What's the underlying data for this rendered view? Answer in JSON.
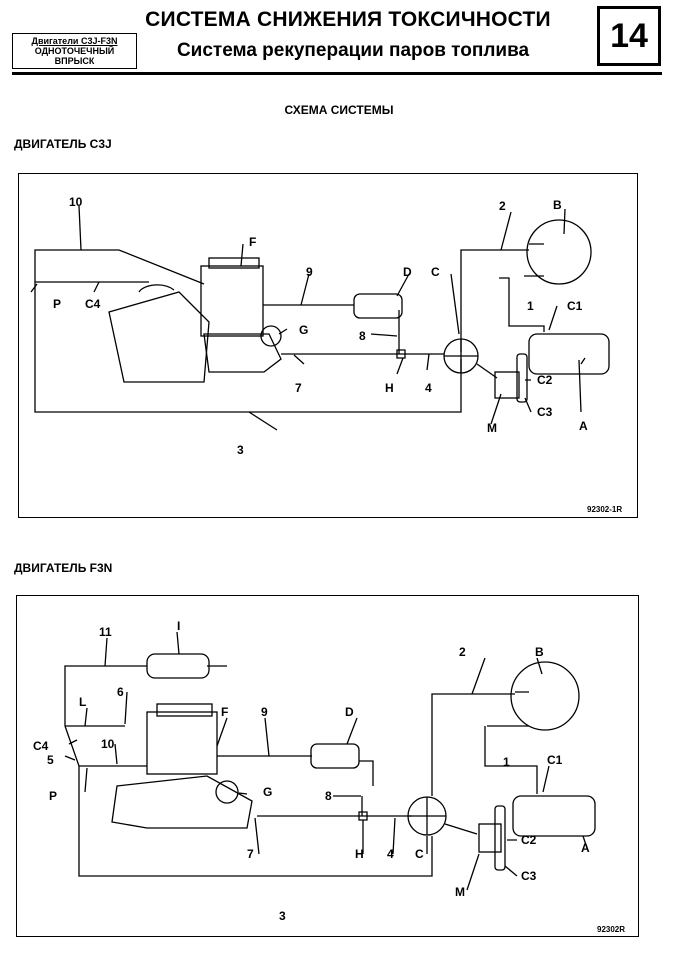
{
  "header": {
    "engine_line1": "Двигатели C3J-F3N",
    "engine_line2": "ОДНОТОЧЕЧНЫЙ",
    "engine_line3": "ВПРЫСК",
    "title": "СИСТЕМА СНИЖЕНИЯ ТОКСИЧНОСТИ",
    "subtitle": "Система рекуперации паров топлива",
    "chapter": "14"
  },
  "page": {
    "scheme_title": "СХЕМА СИСТЕМЫ",
    "section1_title": "ДВИГАТЕЛЬ C3J",
    "section2_title": "ДВИГАТЕЛЬ F3N"
  },
  "fig1": {
    "ref": "92302-1R",
    "labels": {
      "l10": "10",
      "F": "F",
      "n9": "9",
      "D": "D",
      "C": "C",
      "n2": "2",
      "B": "B",
      "P": "P",
      "C4": "C4",
      "G": "G",
      "n8": "8",
      "n1": "1",
      "C1": "C1",
      "n7": "7",
      "H": "H",
      "n4": "4",
      "C2": "C2",
      "M": "M",
      "C3": "C3",
      "A": "A",
      "n3": "3"
    }
  },
  "fig2": {
    "ref": "92302R",
    "labels": {
      "n11": "11",
      "I": "I",
      "n2": "2",
      "B": "B",
      "L": "L",
      "n6": "6",
      "F": "F",
      "n9": "9",
      "D": "D",
      "C4": "C4",
      "n5": "5",
      "n10": "10",
      "P": "P",
      "G": "G",
      "n8": "8",
      "n1": "1",
      "C1": "C1",
      "n7": "7",
      "H": "H",
      "n4": "4",
      "C": "C",
      "C2": "C2",
      "M": "M",
      "C3": "C3",
      "A": "A",
      "n3": "3"
    }
  }
}
